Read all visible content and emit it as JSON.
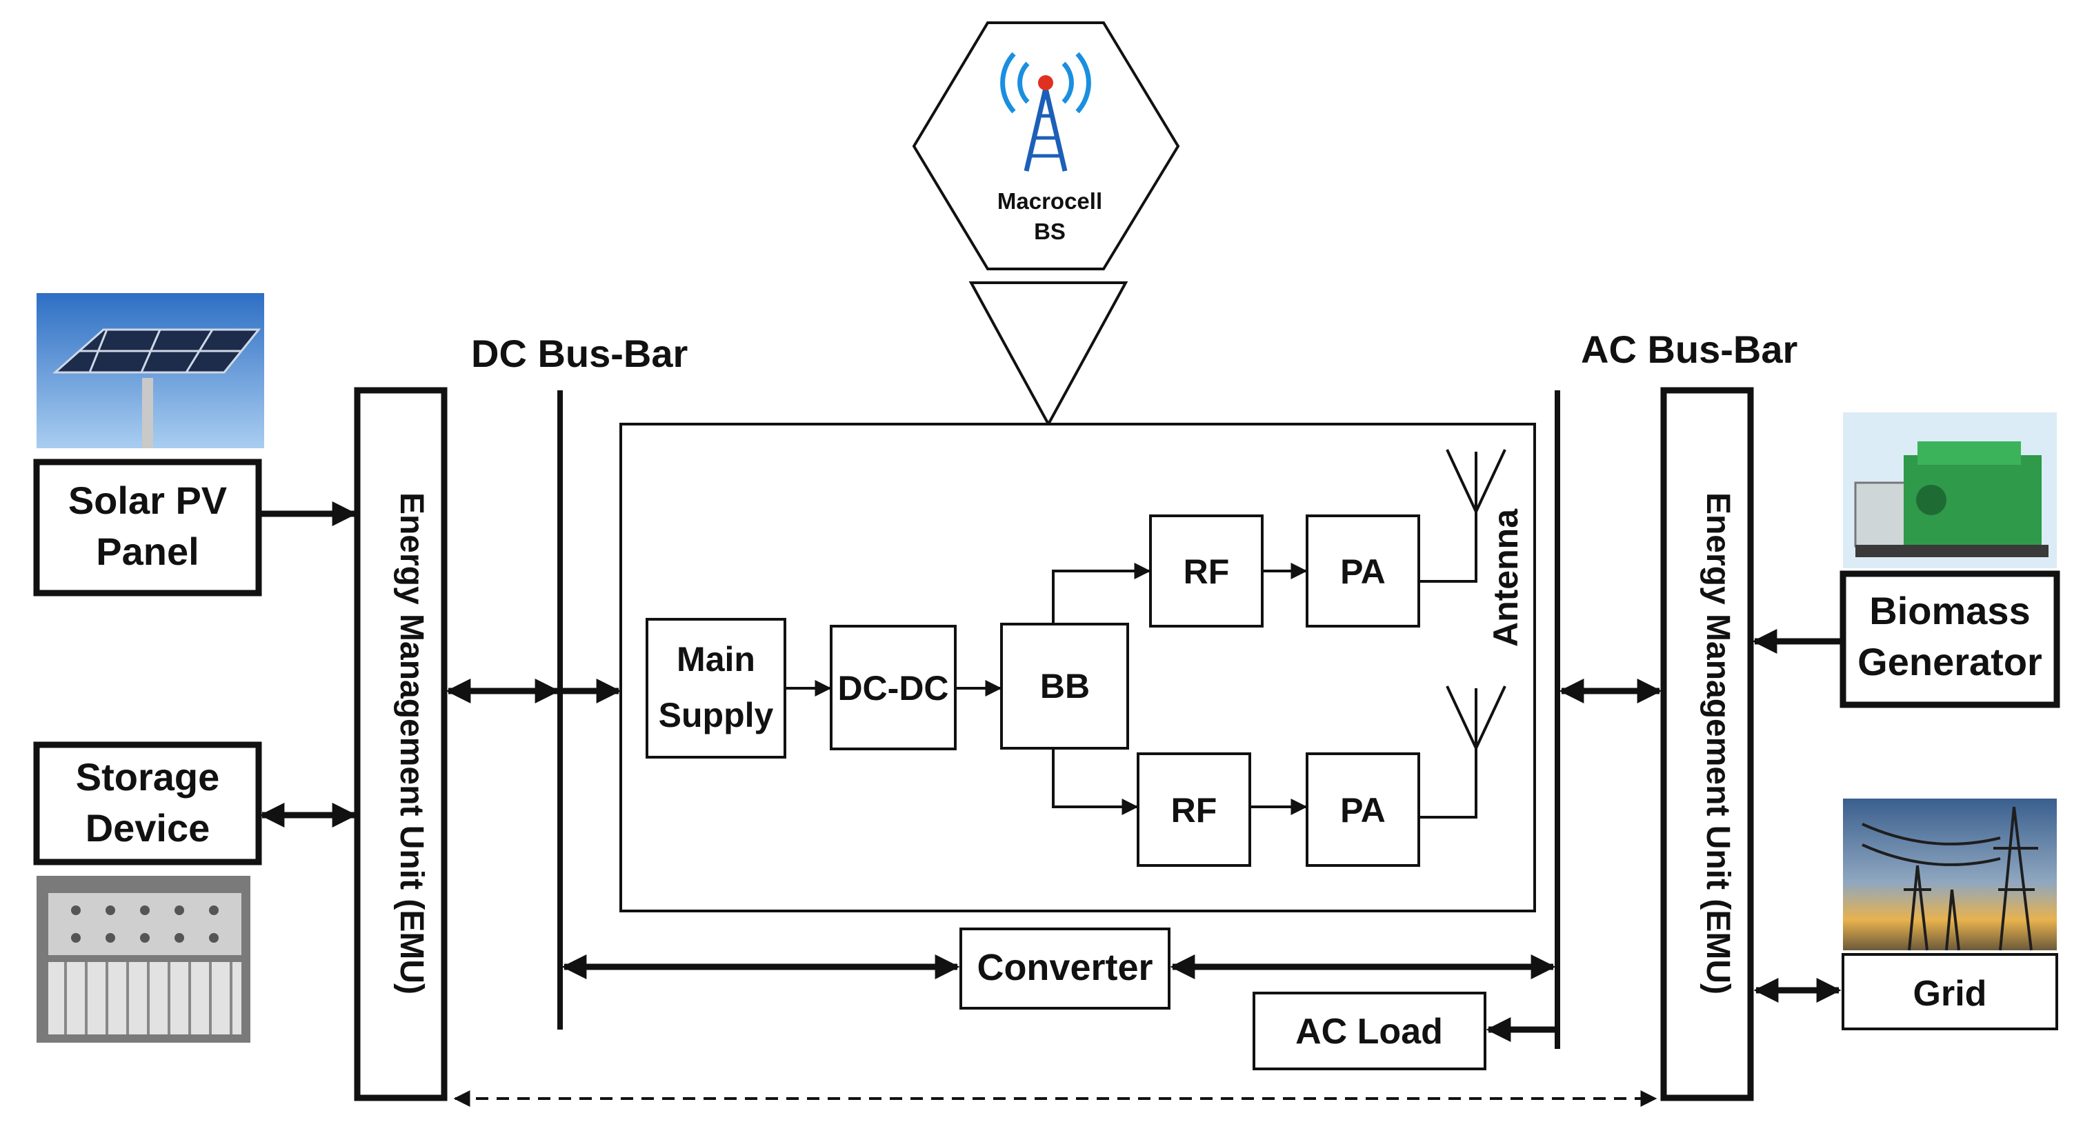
{
  "macrocell": {
    "line1": "Macrocell",
    "line2": "BS"
  },
  "buses": {
    "dc": "DC Bus-Bar",
    "ac": "AC Bus-Bar"
  },
  "sources": {
    "solar": {
      "line1": "Solar PV",
      "line2": "Panel"
    },
    "storage": {
      "line1": "Storage",
      "line2": "Device"
    },
    "biomass": {
      "line1": "Biomass",
      "line2": "Generator"
    },
    "grid": "Grid"
  },
  "emu": {
    "left": "Energy Management Unit (EMU)",
    "right": "Energy Management Unit (EMU)"
  },
  "base_station": {
    "main_supply": {
      "line1": "Main",
      "line2": "Supply"
    },
    "dcdc": "DC-DC",
    "bb": "BB",
    "rf": [
      "RF",
      "RF"
    ],
    "pa": [
      "PA",
      "PA"
    ],
    "antenna": "Antenna"
  },
  "converter": "Converter",
  "ac_load": "AC Load",
  "icons": [
    "cell-tower-icon",
    "solar-panel-icon",
    "battery-bank-icon",
    "biomass-generator-icon",
    "power-pylon-icon",
    "antenna-icon"
  ]
}
